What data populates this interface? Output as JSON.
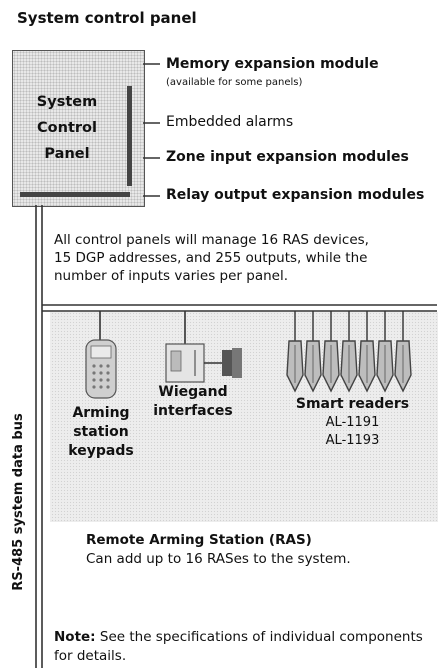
{
  "title": "System control panel",
  "panel": {
    "line1": "System",
    "line2": "Control",
    "line3": "Panel"
  },
  "modules": {
    "memory": "Memory expansion module",
    "memory_note": "(available for some panels)",
    "alarms": "Embedded alarms",
    "zone": "Zone input expansion modules",
    "relay": "Relay output expansion modules"
  },
  "description": "All control panels will manage 16 RAS devices, 15 DGP addresses, and 255 outputs, while the number of inputs varies per panel.",
  "bus_label": "RS-485 system data bus",
  "devices": {
    "arming": {
      "line1": "Arming",
      "line2": "station",
      "line3": "keypads"
    },
    "wiegand": {
      "line1": "Wiegand",
      "line2": "interfaces"
    },
    "smart": {
      "line1": "Smart readers",
      "line2": "AL-1191",
      "line3": "AL-1193"
    }
  },
  "ras": {
    "title": "Remote Arming Station (RAS)",
    "text": "Can add up to 16 RASes to the system."
  },
  "note": {
    "label": "Note:",
    "text": " See the specifications of individual components for details."
  },
  "colors": {
    "line": "#333333",
    "panel_fill": "#e8e8e8",
    "device_fill": "#c8c8c8"
  }
}
